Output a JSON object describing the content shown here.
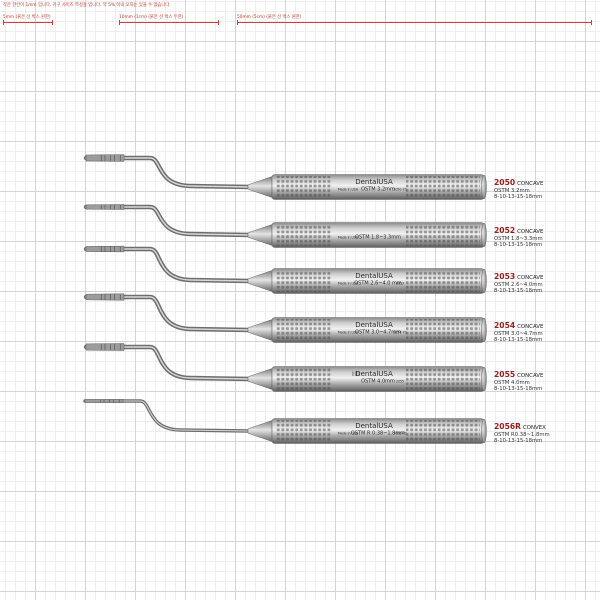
{
  "header": {
    "note": "작은 한칸이 1mm 입니다.   기구 사이즈 측정용 입니다. 약 5% 이내 오차는 있을 수 있습니다."
  },
  "scales": [
    {
      "label": "5mm (붉은 선 박스 윈한)"
    },
    {
      "label": "10mm (1cm) (붉은 선 박스 두한)"
    },
    {
      "label": "50mm (5cm) (붉은 선 박스 윈한)"
    }
  ],
  "instruments": [
    {
      "code": "2050",
      "kind": "CONCAVE",
      "spec": "OSTM  3.2mm",
      "sizes": "8-10-13-15-18mm",
      "brand": "DentalUSA",
      "engraving": "OSTM 3.2mm",
      "made_in": "Made in USA",
      "catalog": "2050-70",
      "etched": ""
    },
    {
      "code": "2052",
      "kind": "CONCAVE",
      "spec": "OSTM  1.8~3.3mm",
      "sizes": "8-10-13-15-18mm",
      "brand": "",
      "engraving": "OSTM 1.8~3.3mm",
      "made_in": "Made in USA",
      "catalog": "",
      "etched": ""
    },
    {
      "code": "2053",
      "kind": "CONCAVE",
      "spec": "OSTM  2.6~4.0mm",
      "sizes": "8-10-13-15-18mm",
      "brand": "DentalUSA",
      "engraving": "OSTM 2.6~4.0 mm",
      "made_in": "Made in USA",
      "catalog": "2053",
      "etched": ""
    },
    {
      "code": "2054",
      "kind": "CONCAVE",
      "spec": "OSTM  3.0~4.7mm",
      "sizes": "8-10-13-15-18mm",
      "brand": "DentalUSA",
      "engraving": "OSTM 3.0~4.7mm",
      "made_in": "Made in USA",
      "catalog": "2054-70",
      "etched": ""
    },
    {
      "code": "2055",
      "kind": "CONCAVE",
      "spec": "OSTM  4.0mm",
      "sizes": "8-10-13-15-18mm",
      "brand": "DentalUSA",
      "engraving": "OSTM 4.0mm",
      "made_in": "",
      "catalog": "2055",
      "etched": "||||||"
    },
    {
      "code": "2056R",
      "kind": "CONVEX",
      "spec": "OSTM  R0.38~1.8mm",
      "sizes": "8-10-13-15-18mm",
      "brand": "DentalUSA",
      "engraving": "OSTM R 0.38~1.8mm",
      "made_in": "Made in USA",
      "catalog": "2056-70",
      "etched": ""
    }
  ],
  "colors": {
    "grid_major": "#d4d4d4",
    "grid_minor": "#eeeeee",
    "scale_red": "#d13c3c",
    "code_red": "#9b1b1b",
    "steel_dark": "#5a5a5a",
    "steel_light": "#d0d0d0"
  }
}
